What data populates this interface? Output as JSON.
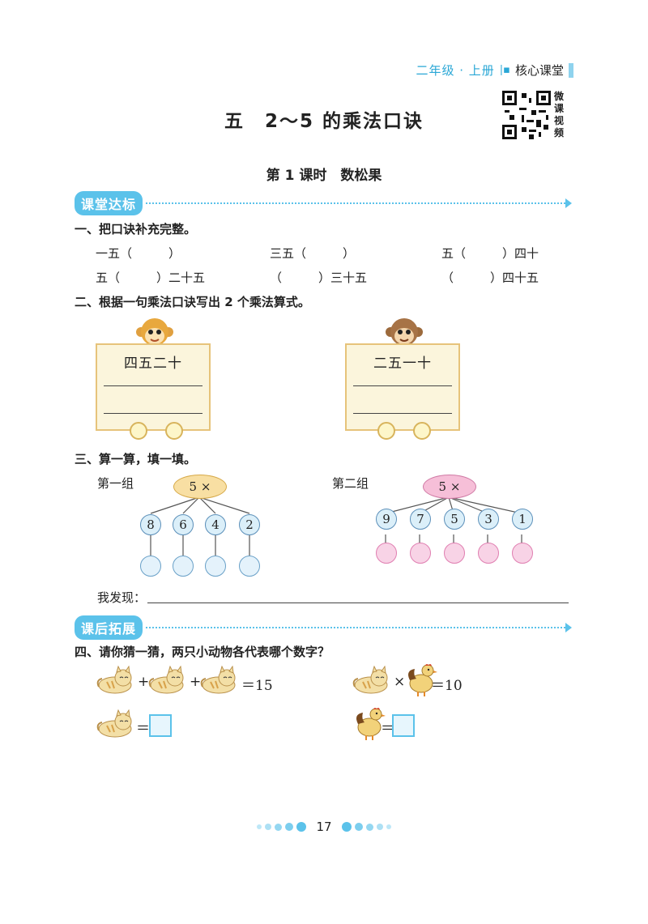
{
  "header": {
    "grade": "二年级 · 上册",
    "section": "核心课堂"
  },
  "title": "五　2～5 的乘法口诀",
  "qr_label": [
    "微",
    "课",
    "视",
    "频"
  ],
  "lesson_title": "第 1 课时　数松果",
  "banners": {
    "in_class": "课堂达标",
    "after_class": "课后拓展"
  },
  "q1": {
    "heading": "一、把口诀补充完整。",
    "items": [
      "一五（　　　）",
      "三五（　　　）",
      "五（　　　）四十",
      "五（　　　）二十五",
      "（　　　）三十五",
      "（　　　）四十五"
    ]
  },
  "q2": {
    "heading": "二、根据一句乘法口诀写出 2 个乘法算式。",
    "cards": [
      "四五二十",
      "二五一十"
    ]
  },
  "q3": {
    "heading": "三、算一算，填一填。",
    "groups": [
      {
        "label": "第一组",
        "multiplier": "5 ×",
        "numbers": [
          "8",
          "6",
          "4",
          "2"
        ],
        "color": "#f8dfa3"
      },
      {
        "label": "第二组",
        "multiplier": "5 ×",
        "numbers": [
          "9",
          "7",
          "5",
          "3",
          "1"
        ],
        "color": "#f6bfd8"
      }
    ],
    "finding_label": "我发现："
  },
  "q4": {
    "heading": "四、请你猜一猜，两只小动物各代表哪个数字？",
    "eq1_result": "＝15",
    "eq2_result": "＝10",
    "plus": "+",
    "times": "×",
    "equals": "＝"
  },
  "page_number": "17",
  "colors": {
    "accent": "#5bc2ea",
    "card_border": "#e6c37a",
    "card_fill": "#fbf5dc"
  }
}
